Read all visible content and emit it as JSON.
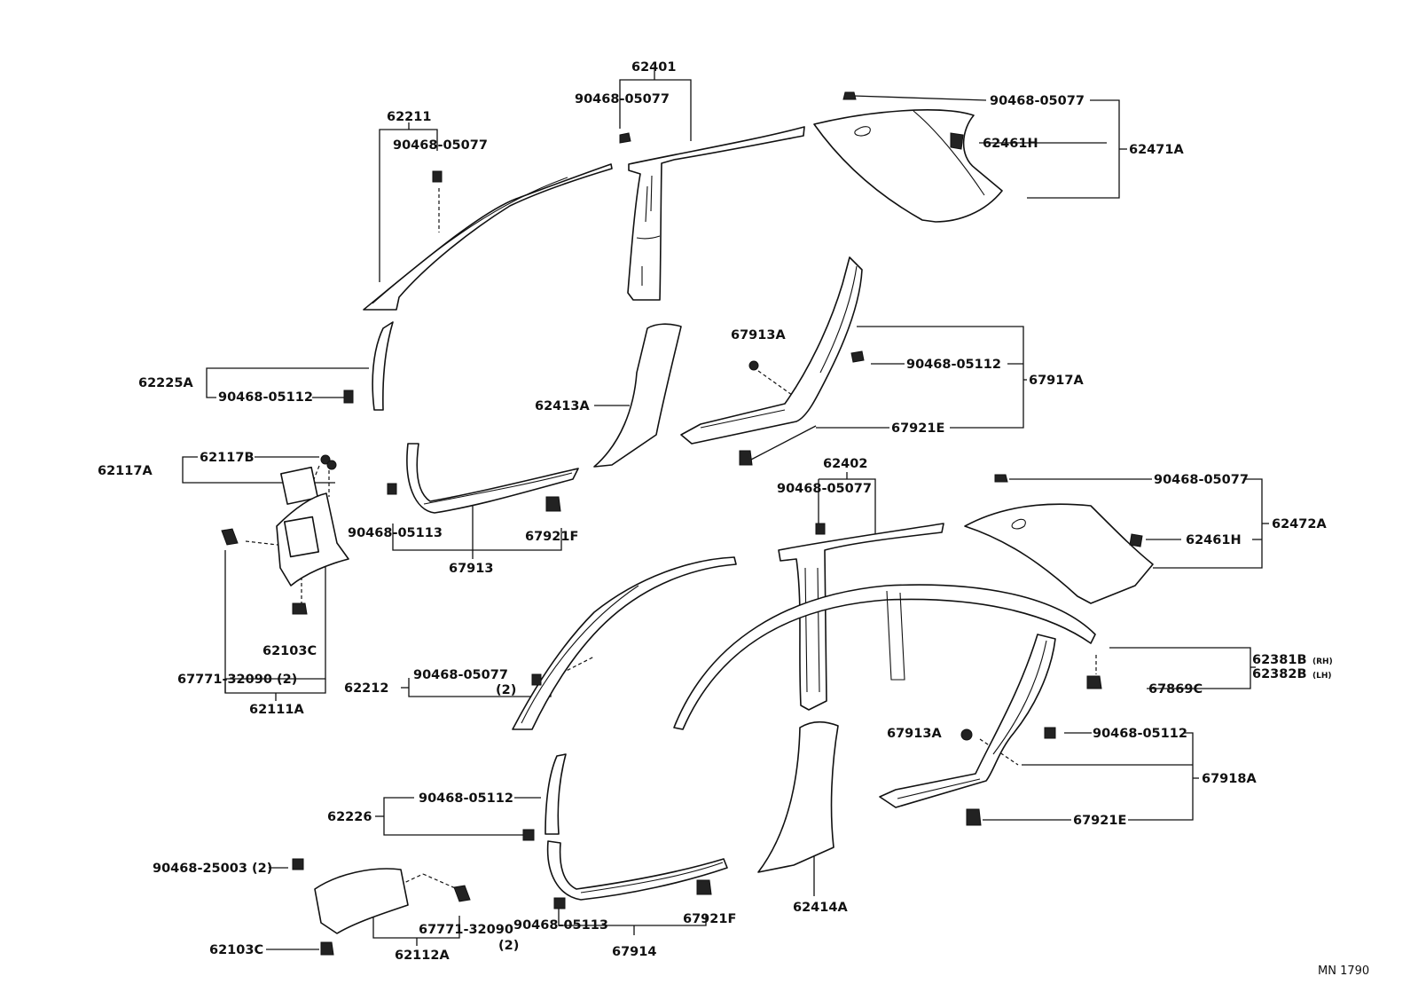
{
  "callouts": {
    "p62401": "62401",
    "p90468_05077_a": "90468-05077",
    "p90468_05077_b": "90468-05077",
    "p62211": "62211",
    "p90468_05077_c": "90468-05077",
    "p62461H_a": "62461H",
    "p62471A": "62471A",
    "p67913A_a": "67913A",
    "p90468_05112_a": "90468-05112",
    "p67917A": "67917A",
    "p62225A": "62225A",
    "p90468_05112_b": "90468-05112",
    "p62413A": "62413A",
    "p67921E_a": "67921E",
    "p62117A": "62117A",
    "p62117B": "62117B",
    "p62402": "62402",
    "p90468_05077_d": "90468-05077",
    "p90468_05077_e": "90468-05077",
    "p62472A": "62472A",
    "p90468_05113_a": "90468-05113",
    "p67921F_a": "67921F",
    "p62461H_b": "62461H",
    "p67913": "67913",
    "p62103C_a": "62103C",
    "p67771_32090_a": "67771-32090 (2)",
    "p62111A": "62111A",
    "p62212": "62212",
    "p90468_05077_f": "90468-05077",
    "p90468_05077_f_qty": "(2)",
    "p62381B": "62381B",
    "p62381B_side": "(RH)",
    "p62382B": "62382B",
    "p62382B_side": "(LH)",
    "p67869C": "67869C",
    "p67913A_b": "67913A",
    "p90468_05112_c": "90468-05112",
    "p67918A": "67918A",
    "p62226": "62226",
    "p90468_05112_d": "90468-05112",
    "p67921E_b": "67921E",
    "p90468_25003": "90468-25003 (2)",
    "p67771_32090_b": "67771-32090",
    "p67771_32090_b_qty": "(2)",
    "p62103C_b": "62103C",
    "p62112A": "62112A",
    "p90468_05113_b": "90468-05113",
    "p67921F_b": "67921F",
    "p67914": "67914",
    "p62414A": "62414A",
    "diagram_code": "MN 1790"
  }
}
